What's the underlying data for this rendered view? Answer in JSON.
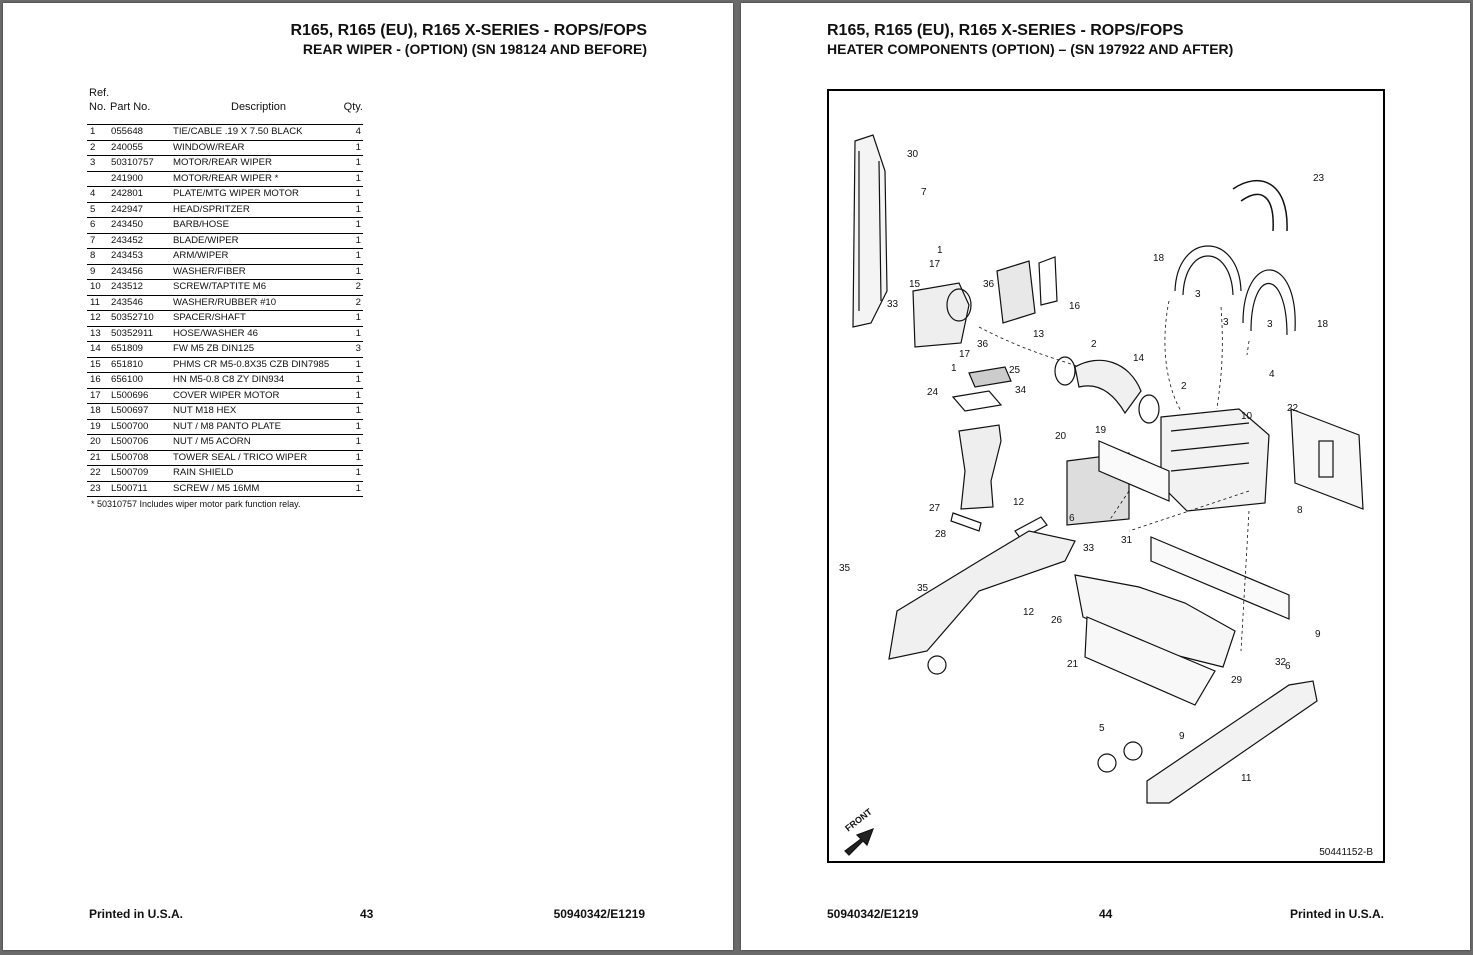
{
  "left_page": {
    "title": "R165, R165 (EU), R165 X-SERIES -  ROPS/FOPS",
    "subtitle": "REAR WIPER - (OPTION) (SN 198124 AND BEFORE)",
    "table": {
      "headers": {
        "ref_line1": "Ref.",
        "ref_line2": "No.",
        "part_no": "Part No.",
        "description": "Description",
        "qty": "Qty."
      },
      "rows": [
        {
          "ref": "1",
          "part": "055648",
          "desc": "TIE/CABLE .19 X 7.50 BLACK",
          "qty": "4"
        },
        {
          "ref": "2",
          "part": "240055",
          "desc": "WINDOW/REAR",
          "qty": "1"
        },
        {
          "ref": "3",
          "part": "50310757",
          "desc": "MOTOR/REAR WIPER",
          "qty": "1"
        },
        {
          "ref": "",
          "part": "241900",
          "desc": "MOTOR/REAR WIPER *",
          "qty": "1"
        },
        {
          "ref": "4",
          "part": "242801",
          "desc": "PLATE/MTG WIPER MOTOR",
          "qty": "1"
        },
        {
          "ref": "5",
          "part": "242947",
          "desc": "HEAD/SPRITZER",
          "qty": "1"
        },
        {
          "ref": "6",
          "part": "243450",
          "desc": "BARB/HOSE",
          "qty": "1"
        },
        {
          "ref": "7",
          "part": "243452",
          "desc": "BLADE/WIPER",
          "qty": "1"
        },
        {
          "ref": "8",
          "part": "243453",
          "desc": "ARM/WIPER",
          "qty": "1"
        },
        {
          "ref": "9",
          "part": "243456",
          "desc": "WASHER/FIBER",
          "qty": "1"
        },
        {
          "ref": "10",
          "part": "243512",
          "desc": "SCREW/TAPTITE M6",
          "qty": "2"
        },
        {
          "ref": "11",
          "part": "243546",
          "desc": "WASHER/RUBBER #10",
          "qty": "2"
        },
        {
          "ref": "12",
          "part": "50352710",
          "desc": "SPACER/SHAFT",
          "qty": "1"
        },
        {
          "ref": "13",
          "part": "50352911",
          "desc": "HOSE/WASHER 46",
          "qty": "1"
        },
        {
          "ref": "14",
          "part": "651809",
          "desc": "FW M5 ZB DIN125",
          "qty": "3"
        },
        {
          "ref": "15",
          "part": "651810",
          "desc": "PHMS CR M5-0.8X35 CZB DIN7985",
          "qty": "1"
        },
        {
          "ref": "16",
          "part": "656100",
          "desc": "HN M5-0.8  C8 ZY DIN934",
          "qty": "1"
        },
        {
          "ref": "17",
          "part": "L500696",
          "desc": "COVER WIPER MOTOR",
          "qty": "1"
        },
        {
          "ref": "18",
          "part": "L500697",
          "desc": "NUT M18 HEX",
          "qty": "1"
        },
        {
          "ref": "19",
          "part": "L500700",
          "desc": "NUT / M8 PANTO PLATE",
          "qty": "1"
        },
        {
          "ref": "20",
          "part": "L500706",
          "desc": "NUT / M5 ACORN",
          "qty": "1"
        },
        {
          "ref": "21",
          "part": "L500708",
          "desc": "TOWER SEAL / TRICO WIPER",
          "qty": "1"
        },
        {
          "ref": "22",
          "part": "L500709",
          "desc": "RAIN SHIELD",
          "qty": "1"
        },
        {
          "ref": "23",
          "part": "L500711",
          "desc": "SCREW / M5 16MM",
          "qty": "1"
        }
      ],
      "footnote": "* 50310757 Includes wiper motor park function relay."
    },
    "footer": {
      "left": "Printed in U.S.A.",
      "center": "43",
      "right": "50940342/E1219"
    }
  },
  "right_page": {
    "title": "R165, R165 (EU), R165 X-SERIES -  ROPS/FOPS",
    "subtitle": "HEATER COMPONENTS (OPTION) – (SN 197922 AND AFTER)",
    "diagram": {
      "front_label": "FRONT",
      "drawing_number": "50441152-B",
      "callouts": [
        "30",
        "7",
        "23",
        "1",
        "17",
        "15",
        "36",
        "13",
        "16",
        "33",
        "36",
        "17",
        "1",
        "18",
        "3",
        "3",
        "18",
        "3",
        "4",
        "2",
        "14",
        "25",
        "34",
        "24",
        "2",
        "10",
        "22",
        "20",
        "19",
        "27",
        "12",
        "6",
        "31",
        "8",
        "28",
        "33",
        "35",
        "12",
        "26",
        "21",
        "9",
        "29",
        "32",
        "6",
        "5",
        "9",
        "11",
        "35"
      ]
    },
    "footer": {
      "left": "50940342/E1219",
      "center": "44",
      "right": "Printed in U.S.A."
    }
  }
}
